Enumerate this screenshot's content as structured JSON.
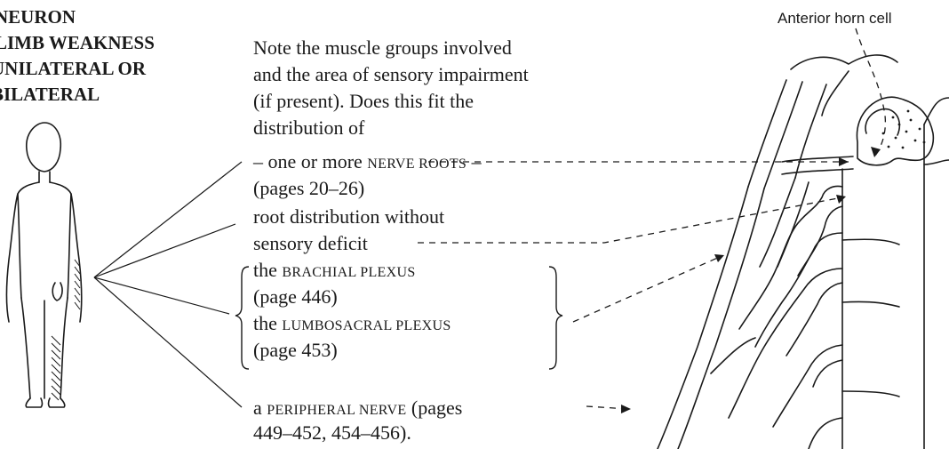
{
  "heading": {
    "line1": "NEURON",
    "line2": "LIMB WEAKNESS",
    "line3": "UNILATERAL OR",
    "line4": "BILATERAL"
  },
  "label_anterior_horn": "Anterior horn cell",
  "intro": {
    "line1": "Note the muscle groups involved",
    "line2": "and the area of sensory impairment",
    "line3": "(if present). Does this fit the",
    "line4": "distribution of"
  },
  "options": {
    "nerve_roots_prefix": "– one or more",
    "nerve_roots": "NERVE ROOTS",
    "nerve_roots_suffix": "–",
    "nerve_roots_pages": "(pages 20–26)",
    "root_without_deficit_1": "root distribution without",
    "root_without_deficit_2": "sensory deficit",
    "brachial_prefix": "the",
    "brachial": "BRACHIAL PLEXUS",
    "brachial_page": "(page 446)",
    "lumbosacral_prefix": "the",
    "lumbosacral": "LUMBOSACRAL PLEXUS",
    "lumbosacral_page": "(page 453)",
    "peripheral_prefix": "a",
    "peripheral": "PERIPHERAL NERVE",
    "peripheral_pages_1": "(pages",
    "peripheral_pages_2": "449–452, 454–456)."
  }
}
